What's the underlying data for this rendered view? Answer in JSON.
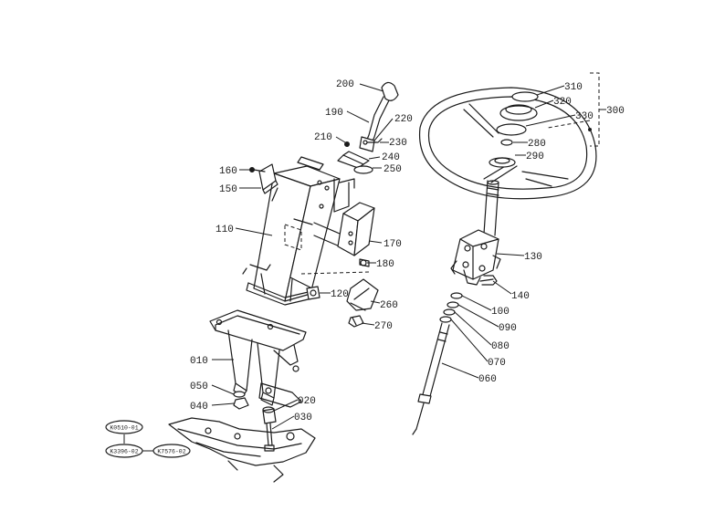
{
  "parts": [
    {
      "id": "p200",
      "number": "200"
    },
    {
      "id": "p190",
      "number": "190"
    },
    {
      "id": "p220",
      "number": "220"
    },
    {
      "id": "p210",
      "number": "210"
    },
    {
      "id": "p230",
      "number": "230"
    },
    {
      "id": "p240",
      "number": "240"
    },
    {
      "id": "p250",
      "number": "250"
    },
    {
      "id": "p160",
      "number": "160"
    },
    {
      "id": "p150",
      "number": "150"
    },
    {
      "id": "p110",
      "number": "110"
    },
    {
      "id": "p170",
      "number": "170"
    },
    {
      "id": "p180",
      "number": "180"
    },
    {
      "id": "p120",
      "number": "120"
    },
    {
      "id": "p260",
      "number": "260"
    },
    {
      "id": "p270",
      "number": "270"
    },
    {
      "id": "p010",
      "number": "010"
    },
    {
      "id": "p050",
      "number": "050"
    },
    {
      "id": "p040",
      "number": "040"
    },
    {
      "id": "p020",
      "number": "020"
    },
    {
      "id": "p030",
      "number": "030"
    },
    {
      "id": "p310",
      "number": "310"
    },
    {
      "id": "p320",
      "number": "320"
    },
    {
      "id": "p300",
      "number": "300"
    },
    {
      "id": "p330",
      "number": "330"
    },
    {
      "id": "p280",
      "number": "280"
    },
    {
      "id": "p290",
      "number": "290"
    },
    {
      "id": "p130",
      "number": "130"
    },
    {
      "id": "p140",
      "number": "140"
    },
    {
      "id": "p100",
      "number": "100"
    },
    {
      "id": "p090",
      "number": "090"
    },
    {
      "id": "p080",
      "number": "080"
    },
    {
      "id": "p070",
      "number": "070"
    },
    {
      "id": "p060",
      "number": "060"
    }
  ],
  "references": [
    {
      "id": "ref1",
      "text": "K0510-01"
    },
    {
      "id": "ref2",
      "text": "K3396-02"
    },
    {
      "id": "ref3",
      "text": "K7576-02"
    }
  ]
}
